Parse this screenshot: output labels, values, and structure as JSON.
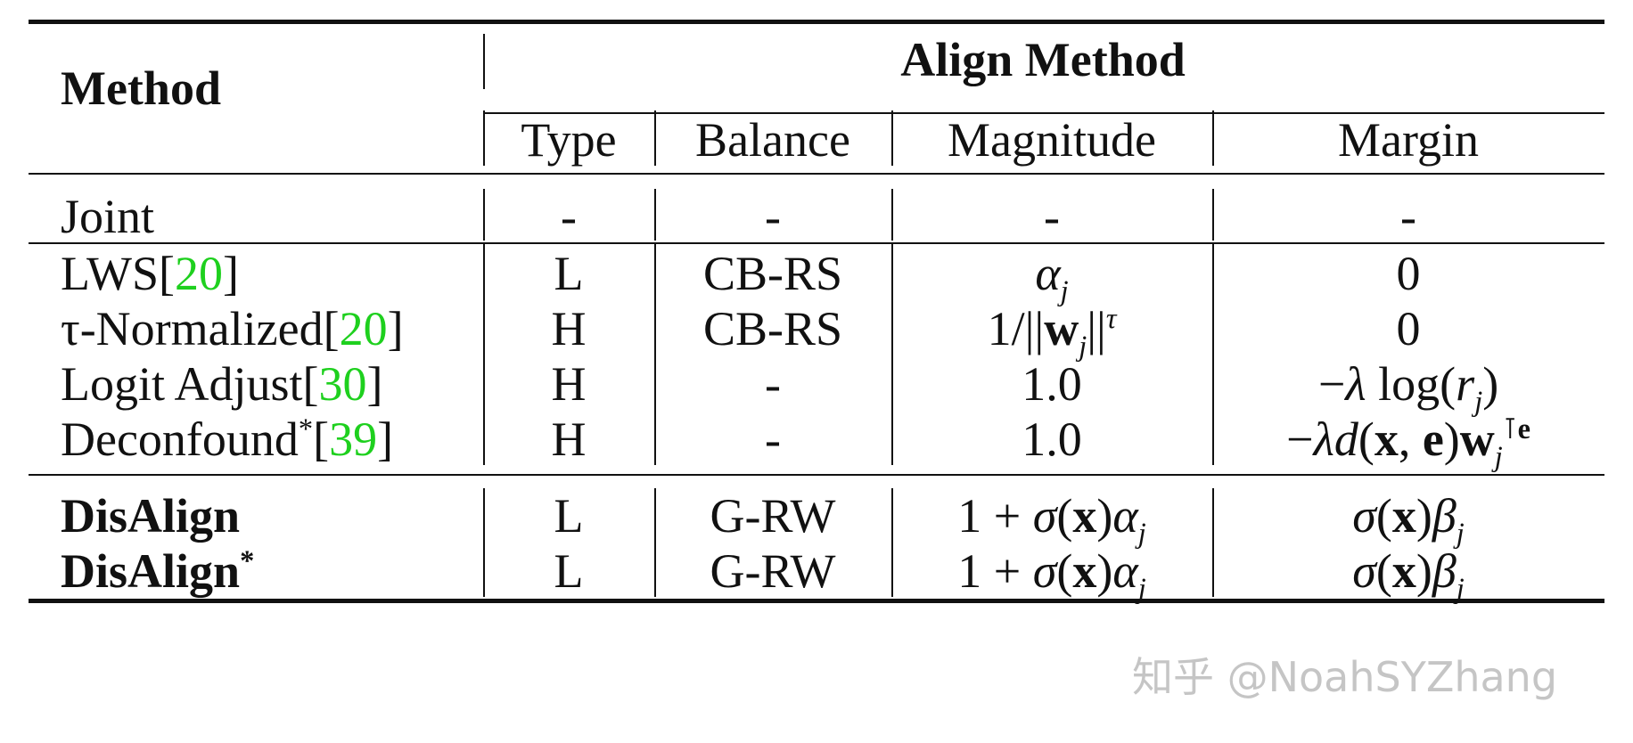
{
  "header": {
    "method": "Method",
    "align_method": "Align Method",
    "columns": [
      "Type",
      "Balance",
      "Magnitude",
      "Margin"
    ]
  },
  "rows": [
    {
      "method": "Joint",
      "ref": "",
      "type": "-",
      "balance": "-",
      "magnitude": "-",
      "margin": "-"
    },
    {
      "method": "LWS",
      "ref": "20",
      "type": "L",
      "balance": "CB-RS",
      "magnitude": "α_j",
      "margin": "0"
    },
    {
      "method": "τ-Normalized",
      "ref": "20",
      "type": "H",
      "balance": "CB-RS",
      "magnitude": "1/||w_j||^τ",
      "margin": "0"
    },
    {
      "method": "Logit Adjust",
      "ref": "30",
      "type": "H",
      "balance": "-",
      "magnitude": "1.0",
      "margin": "−λ log(r_j)"
    },
    {
      "method": "Deconfound*",
      "ref": "39",
      "type": "H",
      "balance": "-",
      "magnitude": "1.0",
      "margin": "−λd(x, e)w_j^⊺e"
    },
    {
      "method": "DisAlign",
      "ref": "",
      "type": "L",
      "balance": "G-RW",
      "magnitude": "1 + σ(x)α_j",
      "margin": "σ(x)β_j"
    },
    {
      "method": "DisAlign*",
      "ref": "",
      "type": "L",
      "balance": "G-RW",
      "magnitude": "1 + σ(x)α_j",
      "margin": "σ(x)β_j"
    }
  ],
  "watermark": "知乎 @NoahSYZhang"
}
